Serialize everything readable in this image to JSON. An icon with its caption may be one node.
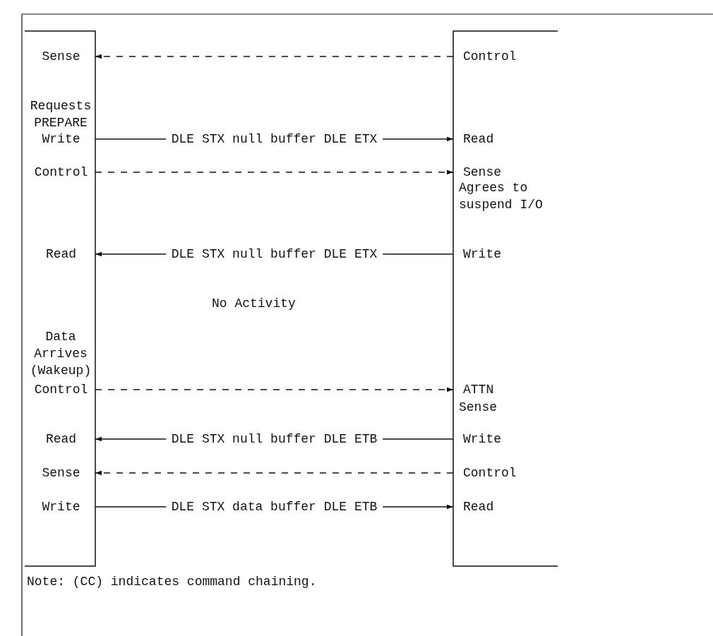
{
  "diagram": {
    "nodes": [
      {
        "text": [
          "Sense"
        ]
      },
      {
        "text": [
          "Control"
        ]
      },
      {
        "text": [
          "Write"
        ]
      },
      {
        "text": [
          "Read"
        ]
      },
      {
        "text": [
          "Control"
        ]
      },
      {
        "text": [
          "Sense"
        ]
      },
      {
        "text": [
          "Read"
        ]
      },
      {
        "text": [
          "Write"
        ]
      },
      {
        "text": [
          "Control"
        ]
      },
      {
        "text": [
          "ATTN"
        ]
      },
      {
        "text": [
          "Read"
        ]
      },
      {
        "text": [
          "Write"
        ]
      },
      {
        "text": [
          "Sense"
        ]
      },
      {
        "text": [
          "Control"
        ]
      },
      {
        "text": [
          "Write"
        ]
      },
      {
        "text": [
          "Read"
        ]
      }
    ],
    "edges": [
      {
        "from": 1,
        "to": 0,
        "arrow": "to",
        "style": "dashed"
      },
      {
        "from": 2,
        "to": 3,
        "arrow": "to",
        "label": "DLE STX null buffer DLE ETX"
      },
      {
        "from": 4,
        "to": 5,
        "arrow": "to",
        "style": "dashed"
      },
      {
        "from": 7,
        "to": 6,
        "arrow": "to",
        "label": "DLE STX null buffer DLE ETX"
      },
      {
        "from": 8,
        "to": 9,
        "arrow": "to",
        "style": "dashed"
      },
      {
        "from": 11,
        "to": 10,
        "arrow": "to",
        "label": "DLE STX null buffer DLE ETB"
      },
      {
        "from": 13,
        "to": 12,
        "arrow": "to",
        "style": "dashed"
      },
      {
        "from": 14,
        "to": 15,
        "arrow": "to",
        "label": "DLE STX data buffer DLE ETB"
      }
    ],
    "labels": [
      "Requests PREPARE",
      "Agrees to suspend I/O",
      "No Activity",
      "Data Arrives (Wakeup)",
      "Sense",
      "Note: (CC) indicates command chaining."
    ]
  }
}
